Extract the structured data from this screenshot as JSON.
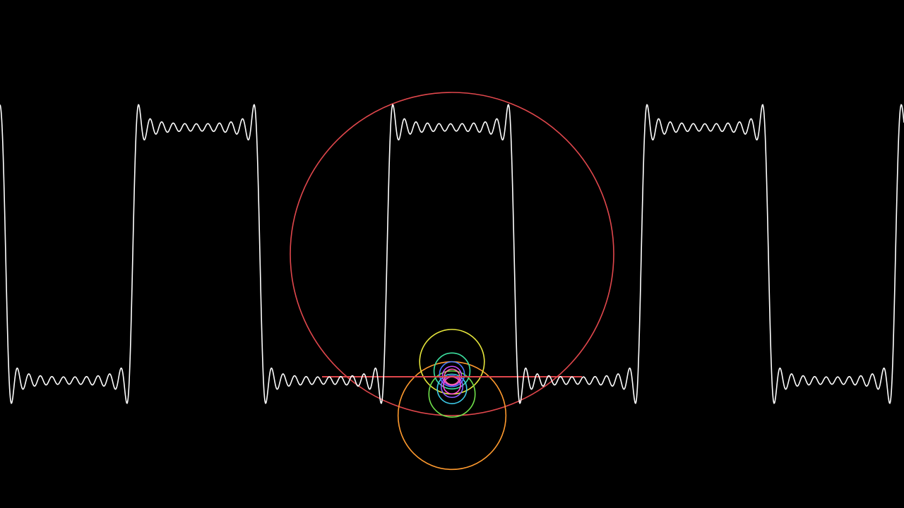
{
  "scene": {
    "description_free": true,
    "background_color": "#000000",
    "waveform": {
      "color": "#ffffff",
      "harmonics": [
        1,
        3,
        5,
        7,
        9,
        11,
        13,
        15,
        17,
        19,
        21
      ],
      "cycles_visible": 3.55
    },
    "epicycles": [
      {
        "harmonic": 1,
        "color": "#e0474c"
      },
      {
        "harmonic": 3,
        "color": "#ff9a2e"
      },
      {
        "harmonic": 5,
        "color": "#e6e63c"
      },
      {
        "harmonic": 7,
        "color": "#6fe04a"
      },
      {
        "harmonic": 9,
        "color": "#3ce0a0"
      },
      {
        "harmonic": 11,
        "color": "#3cc8e6"
      },
      {
        "harmonic": 13,
        "color": "#4a7cff"
      },
      {
        "harmonic": 15,
        "color": "#8a5cff"
      },
      {
        "harmonic": 17,
        "color": "#c84aff"
      },
      {
        "harmonic": 19,
        "color": "#ff4ad8"
      },
      {
        "harmonic": 21,
        "color": "#ff6aa0"
      }
    ],
    "connector_color": "#e0474c"
  }
}
